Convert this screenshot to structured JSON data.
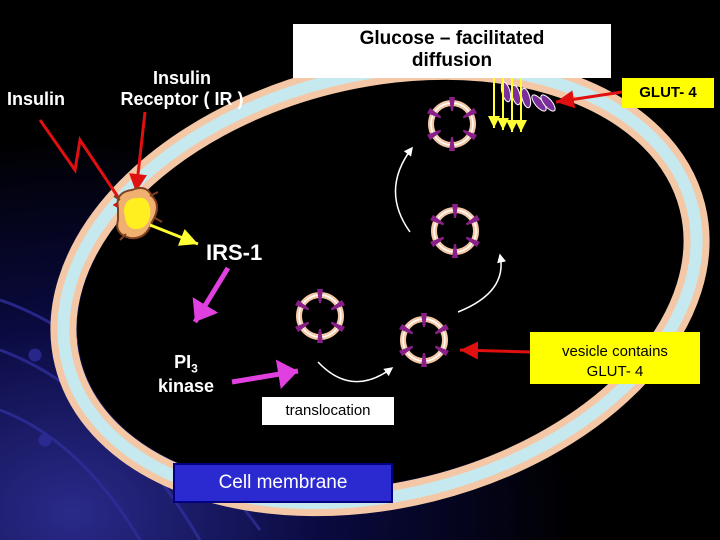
{
  "labels": {
    "insulin": "Insulin",
    "insulin_receptor_line1": "Insulin",
    "insulin_receptor_line2": "Receptor ( IR )",
    "glucose_line1": "Glucose – facilitated",
    "glucose_line2": "diffusion",
    "glut4": "GLUT- 4",
    "irs1": "IRS-1",
    "pi3_prefix": "PI",
    "pi3_sub": "3",
    "pi3_line2": "kinase",
    "vesicle_line1": "vesicle contains",
    "vesicle_line2": "GLUT- 4",
    "translocation": "translocation",
    "cell_membrane": "Cell membrane"
  },
  "colors": {
    "background": "#000000",
    "membrane_outer": "#f4c8a6",
    "membrane_inner": "#c6e9ef",
    "arrow_red": "#e01010",
    "arrow_yellow": "#ffff33",
    "arrow_magenta": "#e040e0",
    "vesicle": "#8a1f8a",
    "glut_purple": "#7a2f9a",
    "label_yellow_box": "#ffff00",
    "cell_membrane_box": "#2a2ad0",
    "translocation_box": "#ffffff",
    "text_dark": "#000000",
    "text_light": "#ffffff"
  }
}
